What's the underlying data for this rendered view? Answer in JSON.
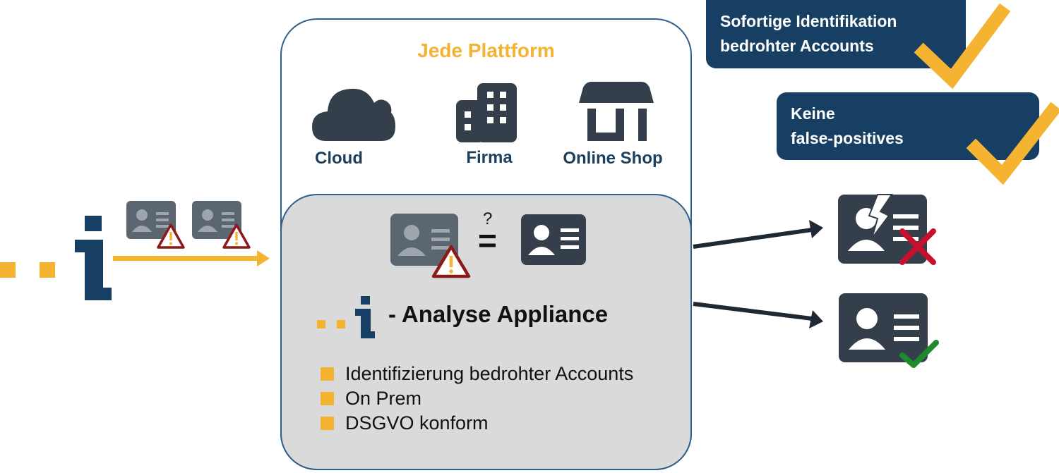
{
  "platform": {
    "title": "Jede Plattform",
    "items": [
      {
        "label": "Cloud",
        "icon": "cloud-icon"
      },
      {
        "label": "Firma",
        "icon": "building-icon"
      },
      {
        "label": "Online Shop",
        "icon": "shop-icon"
      }
    ]
  },
  "appliance": {
    "title": "- Analyse Appliance",
    "comparison_question": "?",
    "comparison_equals": "=",
    "bullets": [
      "Identifizierung bedrohter Accounts",
      "On Prem",
      "DSGVO konform"
    ]
  },
  "callouts": [
    {
      "lines": [
        "Sofortige Identifikation",
        "bedrohter Accounts"
      ]
    },
    {
      "lines": [
        "Keine",
        "false-positives"
      ]
    }
  ],
  "colors": {
    "brand_yellow": "#f4b331",
    "brand_blue": "#173f64",
    "icon_dark": "#343f4b",
    "warning_red": "#8b1a1a",
    "reject_red": "#c8102e",
    "accept_green": "#1f8a2b"
  },
  "icons": [
    "logo-i-icon",
    "id-card-icon",
    "warning-icon",
    "arrow-icon",
    "checkmark-icon",
    "cross-icon",
    "broken-id-card-icon"
  ]
}
